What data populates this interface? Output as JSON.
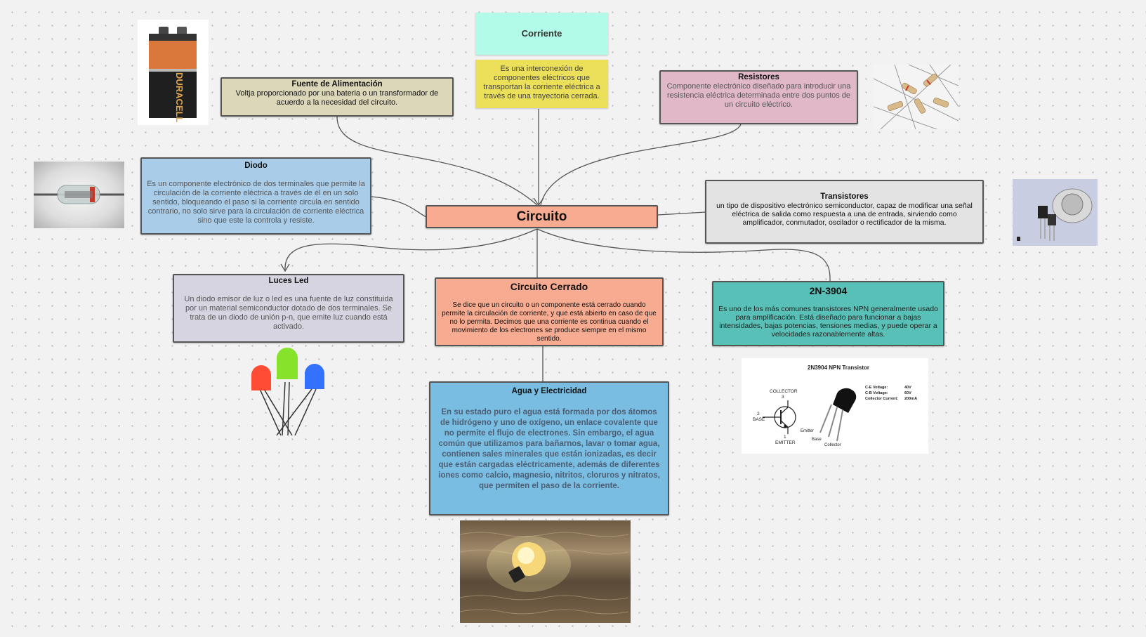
{
  "center": {
    "title": "Circuito"
  },
  "corriente": {
    "title": "Corriente",
    "body": "Es una interconexión de componentes eléctricos que transportan la corriente eléctrica a través de una trayectoria cerrada."
  },
  "fuente": {
    "title": "Fuente de Alimentación",
    "body": "Voltja proporcionado por una bateria o un transformador de acuerdo a la necesidad del circuito."
  },
  "resistores": {
    "title": "Resistores",
    "body": "Componente electrónico diseñado para introducir una resistencia eléctrica determinada entre dos puntos de un circuito eléctrico."
  },
  "diodo": {
    "title": "Diodo",
    "body": "Es un componente electrónico de dos terminales que permite la circulación de la corriente eléctrica a través de él en un solo sentido,  bloqueando el paso si la corriente circula en sentido contrario, no solo sirve para la circulación de corriente eléctrica sino que este la controla y resiste."
  },
  "transistores": {
    "title": "Transistores",
    "body": "un tipo de dispositivo electrónico semiconductor, capaz de modificar una señal eléctrica de salida como respuesta a una de entrada, sirviendo como amplificador, conmutador, oscilador o rectificador de la misma."
  },
  "luces": {
    "title": "Luces Led",
    "body": "Un diodo emisor de luz o led es una fuente de luz constituida por un material semiconductor dotado de dos terminales. Se trata de un diodo de unión p-n, que emite luz cuando está activado."
  },
  "cerrado": {
    "title": "Circuito Cerrado",
    "body": "Se dice que un circuito o un componente está cerrado cuando permite la circulación de corriente, y que está abierto en caso de que no lo permita. Decimos que una corriente es continua cuando el movimiento de los electrones se produce siempre en el mismo sentido."
  },
  "npn": {
    "title": "2N-3904",
    "body": "Es uno de los más comunes transistores NPN generalmente usado para amplificación. Está diseñado para funcionar a bajas intensidades, bajas potencias, tensiones medias, y puede operar a velocidades razonablemente altas."
  },
  "agua": {
    "title": "Agua y Electricidad",
    "body": "En su estado puro el agua está formada por dos átomos de hidrógeno y uno de oxígeno, un enlace covalente que no permite el flujo de electrones. Sin embargo, el agua común que utilizamos para bañarnos, lavar o tomar agua, contienen sales minerales que están ionizadas, es decir que están cargadas eléctricamente, además de diferentes iones  como calcio, magnesio, nitritos, cloruros y nitratos, que permiten el paso de la corriente."
  },
  "battery": {
    "label": "DURACELL"
  },
  "schematic": {
    "title": "2N3904 NPN Transistor",
    "collector": "COLLECTOR",
    "pin3": "3",
    "base": "BASE",
    "pin2": "2",
    "pin1": "1",
    "emitter": "EMITTER",
    "leg_emitter": "Emitter",
    "leg_base": "Base",
    "leg_collector": "Collector",
    "spec1_label": "C-E Voltage:",
    "spec1_value": "40V",
    "spec2_label": "C-B Voltage:",
    "spec2_value": "60V",
    "spec3_label": "Collector Current:",
    "spec3_value": "200mA"
  },
  "colors": {
    "canvas": "#f2f2f3",
    "circuito": "#f7ac92",
    "corriente_title": "#b2fbe8",
    "corriente_body": "#ece05a",
    "fuente": "#dcd7b8",
    "resistores": "#e0b8c8",
    "diodo": "#a9cce9",
    "transistores": "#e3e3e3",
    "luces": "#d6d4e0",
    "cerrado": "#f7ac92",
    "npn": "#58c0b6",
    "agua": "#79bde3"
  }
}
